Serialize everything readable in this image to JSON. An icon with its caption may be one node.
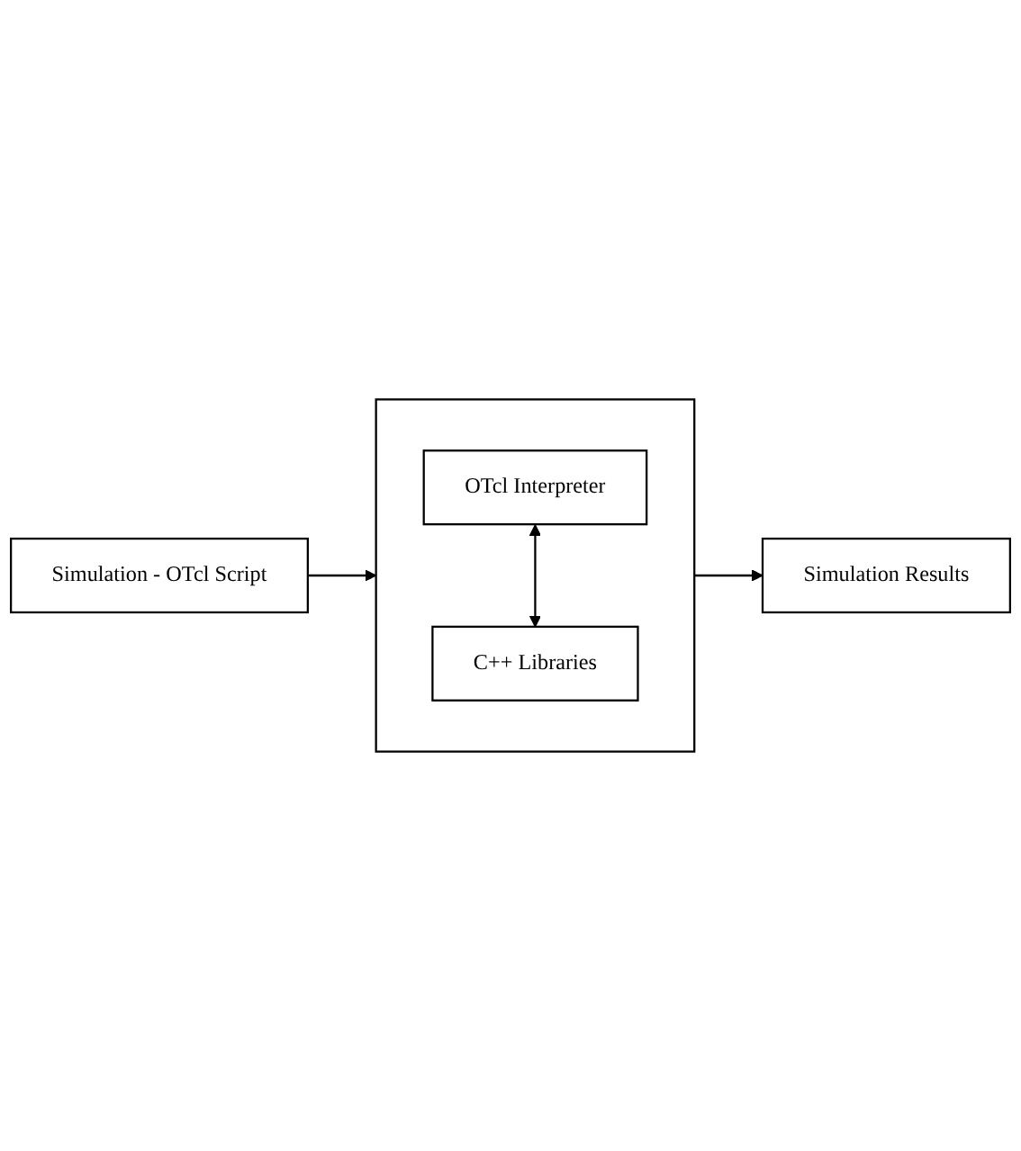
{
  "diagram": {
    "nodes": [
      {
        "text": [
          "Simulation - OTcl Script"
        ]
      },
      {
        "text": [],
        "shape": "box"
      },
      {
        "text": [
          "OTcl Interpreter"
        ],
        "in": 1
      },
      {
        "text": [
          "C++ Libraries"
        ],
        "in": 1
      },
      {
        "text": [
          "Simulation Results"
        ]
      }
    ],
    "edges": [
      {
        "from": 0,
        "to": 1,
        "arrow": "to"
      },
      {
        "from": 1,
        "to": 4,
        "arrow": "to"
      },
      {
        "from": 2,
        "to": 3,
        "arrow": "both"
      }
    ]
  }
}
